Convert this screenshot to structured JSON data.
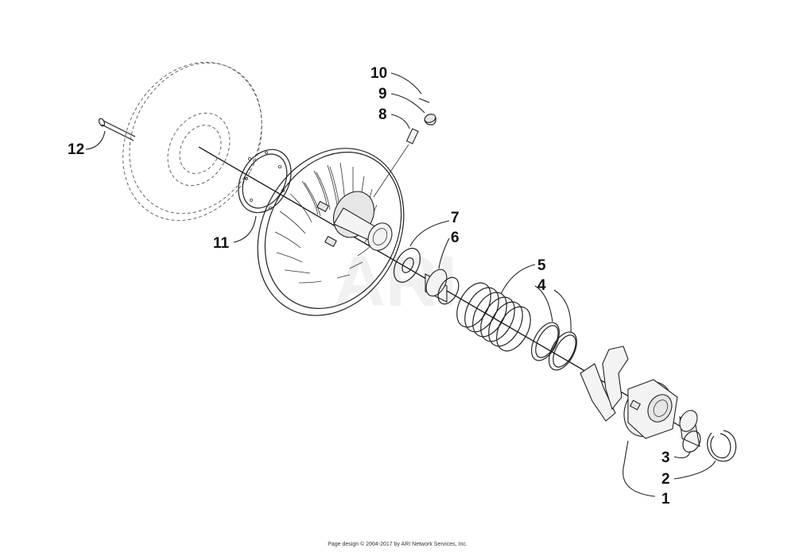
{
  "callouts": {
    "c1": "1",
    "c2": "2",
    "c3": "3",
    "c4": "4",
    "c5": "5",
    "c6": "6",
    "c7": "7",
    "c8": "8",
    "c9": "9",
    "c10": "10",
    "c11": "11",
    "c12": "12"
  },
  "footer": "Page design © 2004-2017 by ARI Network Services, Inc.",
  "watermark": "ARI"
}
